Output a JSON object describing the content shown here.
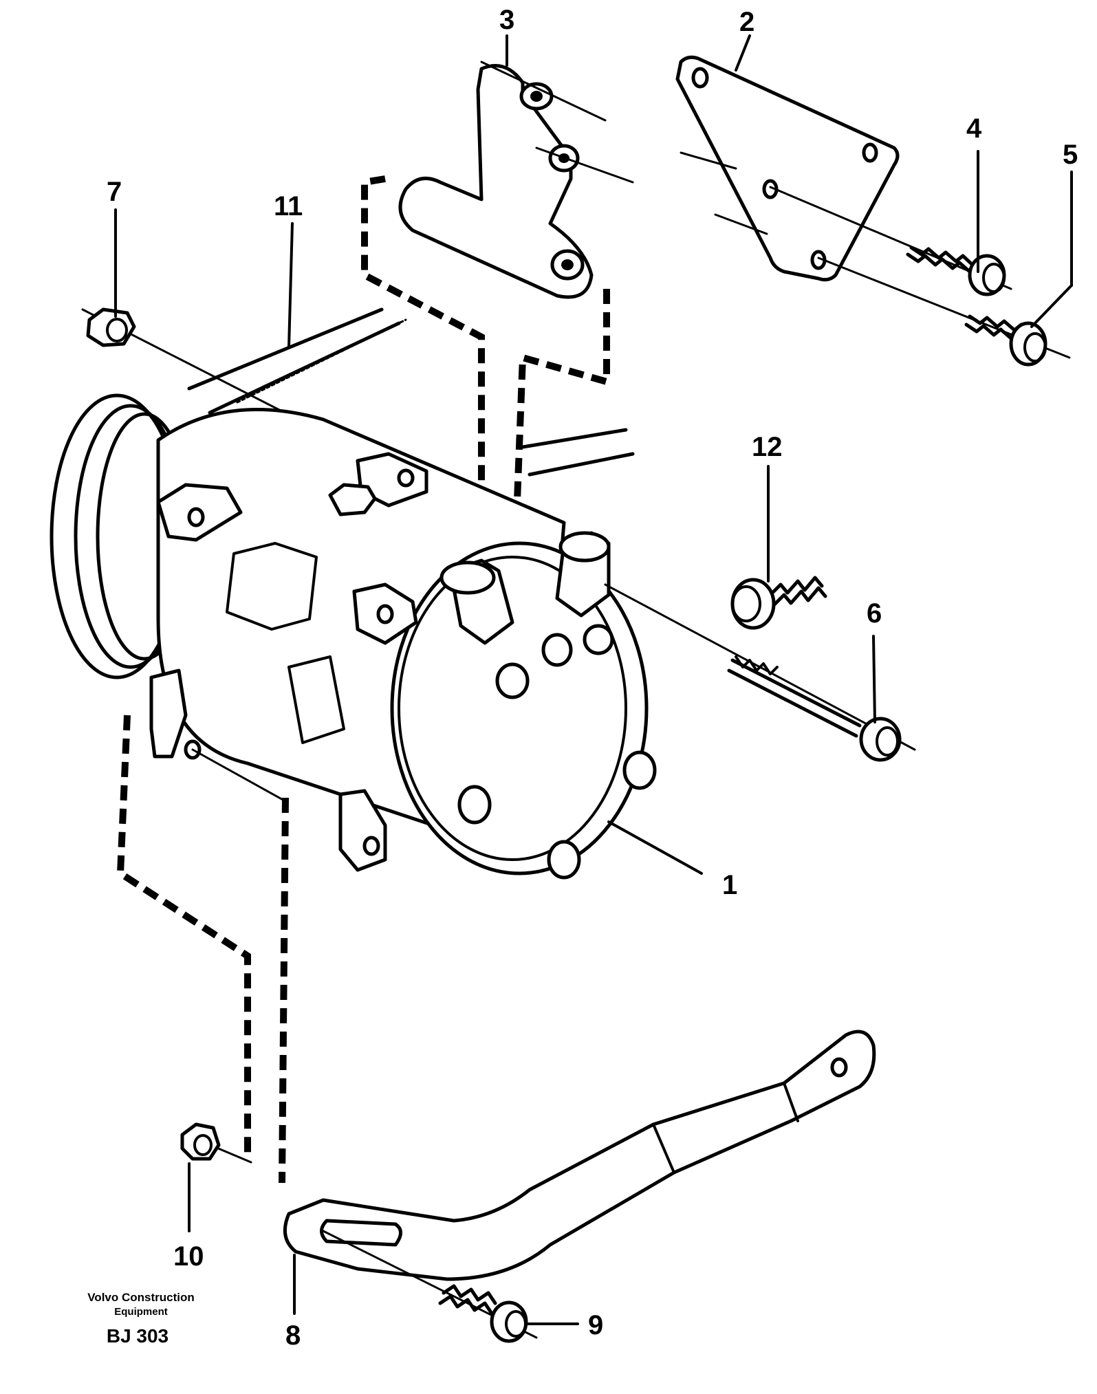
{
  "callouts": {
    "c1": "1",
    "c2": "2",
    "c3": "3",
    "c4": "4",
    "c5": "5",
    "c6": "6",
    "c7": "7",
    "c8": "8",
    "c9": "9",
    "c10": "10",
    "c11": "11",
    "c12": "12"
  },
  "footer": {
    "publisher_line1": "Volvo Construction",
    "publisher_line2": "Equipment",
    "code": "BJ 303"
  }
}
